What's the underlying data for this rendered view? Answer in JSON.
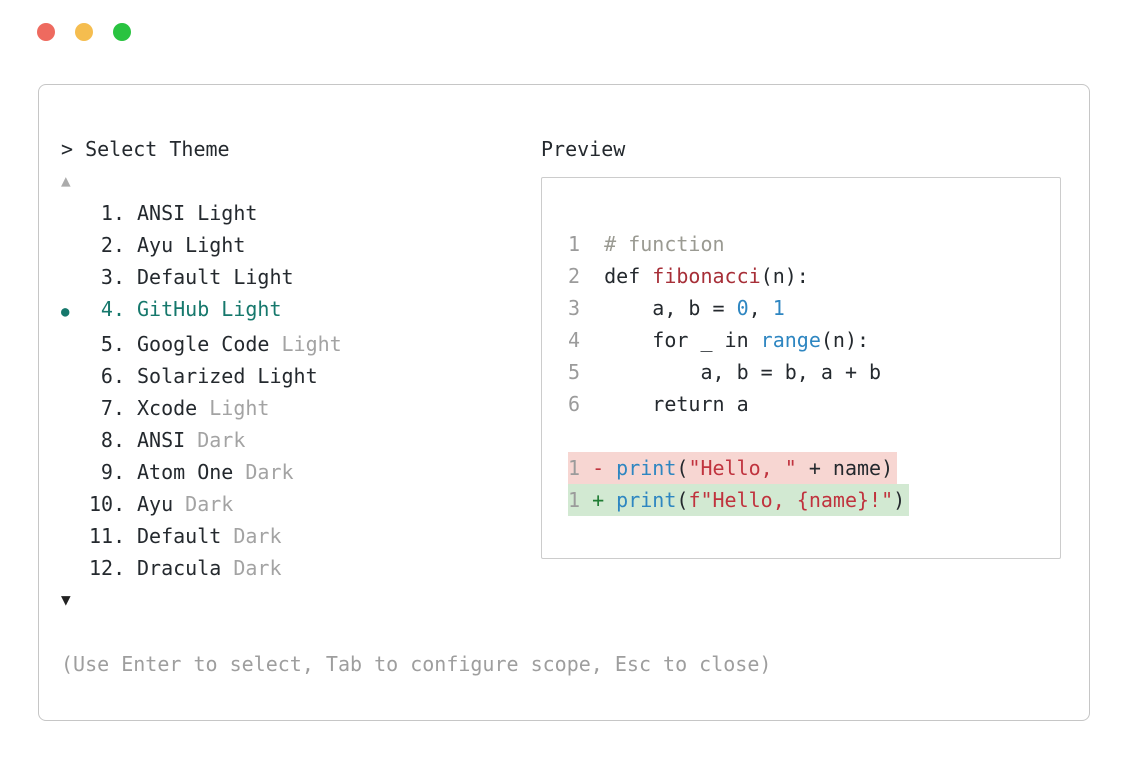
{
  "window": {
    "controls": [
      {
        "name": "close",
        "color": "#ee6a5f"
      },
      {
        "name": "minimize",
        "color": "#f5bd4f"
      },
      {
        "name": "zoom",
        "color": "#29c340"
      }
    ]
  },
  "theme_selector": {
    "title": "> Select Theme",
    "scroll_up_icon": "▲",
    "scroll_down_icon": "▼",
    "selected_bullet": "●",
    "items": [
      {
        "number": "1.",
        "name": "ANSI",
        "variant": "Light",
        "variant_muted": false,
        "selected": false
      },
      {
        "number": "2.",
        "name": "Ayu",
        "variant": "Light",
        "variant_muted": false,
        "selected": false
      },
      {
        "number": "3.",
        "name": "Default",
        "variant": "Light",
        "variant_muted": false,
        "selected": false
      },
      {
        "number": "4.",
        "name": "GitHub",
        "variant": "Light",
        "variant_muted": false,
        "selected": true
      },
      {
        "number": "5.",
        "name": "Google Code",
        "variant": "Light",
        "variant_muted": true,
        "selected": false
      },
      {
        "number": "6.",
        "name": "Solarized",
        "variant": "Light",
        "variant_muted": false,
        "selected": false
      },
      {
        "number": "7.",
        "name": "Xcode",
        "variant": "Light",
        "variant_muted": true,
        "selected": false
      },
      {
        "number": "8.",
        "name": "ANSI",
        "variant": "Dark",
        "variant_muted": true,
        "selected": false
      },
      {
        "number": "9.",
        "name": "Atom One",
        "variant": "Dark",
        "variant_muted": true,
        "selected": false
      },
      {
        "number": "10.",
        "name": "Ayu",
        "variant": "Dark",
        "variant_muted": true,
        "selected": false
      },
      {
        "number": "11.",
        "name": "Default",
        "variant": "Dark",
        "variant_muted": true,
        "selected": false
      },
      {
        "number": "12.",
        "name": "Dracula",
        "variant": "Dark",
        "variant_muted": true,
        "selected": false
      }
    ]
  },
  "preview": {
    "title": "Preview",
    "code_lines": [
      {
        "num": "1",
        "tokens": [
          {
            "t": "# function",
            "c": "comment"
          }
        ]
      },
      {
        "num": "2",
        "tokens": [
          {
            "t": "def ",
            "c": "text"
          },
          {
            "t": "fibonacci",
            "c": "func"
          },
          {
            "t": "(n):",
            "c": "text"
          }
        ]
      },
      {
        "num": "3",
        "tokens": [
          {
            "t": "    a, b = ",
            "c": "text"
          },
          {
            "t": "0",
            "c": "blue"
          },
          {
            "t": ", ",
            "c": "text"
          },
          {
            "t": "1",
            "c": "blue"
          }
        ]
      },
      {
        "num": "4",
        "tokens": [
          {
            "t": "    for _ in ",
            "c": "text"
          },
          {
            "t": "range",
            "c": "blue"
          },
          {
            "t": "(n):",
            "c": "text"
          }
        ]
      },
      {
        "num": "5",
        "tokens": [
          {
            "t": "        a, b = b, a + b",
            "c": "text"
          }
        ]
      },
      {
        "num": "6",
        "tokens": [
          {
            "t": "    return a",
            "c": "text"
          }
        ]
      }
    ],
    "diff_lines": [
      {
        "num": "1",
        "sign": "-",
        "kind": "removed",
        "tokens": [
          {
            "t": "print",
            "c": "blue"
          },
          {
            "t": "(",
            "c": "text"
          },
          {
            "t": "\"Hello, \"",
            "c": "string"
          },
          {
            "t": " + name)",
            "c": "text"
          }
        ]
      },
      {
        "num": "1",
        "sign": "+",
        "kind": "added",
        "tokens": [
          {
            "t": "print",
            "c": "blue"
          },
          {
            "t": "(",
            "c": "text"
          },
          {
            "t": "f\"Hello, {name}!\"",
            "c": "string"
          },
          {
            "t": ")",
            "c": "text"
          }
        ]
      }
    ]
  },
  "footer": {
    "hint": "(Use Enter to select, Tab to configure scope, Esc to close)"
  },
  "colors": {
    "accent_teal": "#16786c",
    "diff_removed_bg": "#f7d6d2",
    "diff_added_bg": "#d2e9d2",
    "traffic_red": "#ee6a5f",
    "traffic_yellow": "#f5bd4f",
    "traffic_green": "#29c340"
  }
}
